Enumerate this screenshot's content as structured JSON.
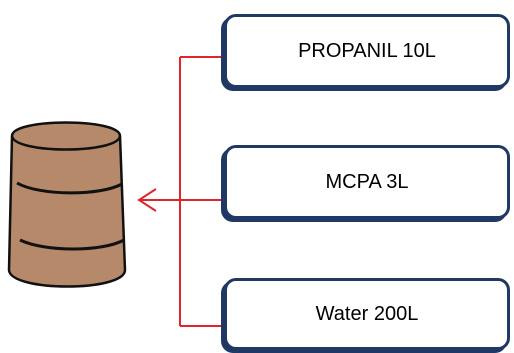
{
  "ingredients": [
    {
      "label": "PROPANIL 10L"
    },
    {
      "label": "MCPA 3L"
    },
    {
      "label": "Water 200L"
    }
  ],
  "colors": {
    "connector": "#e0262b",
    "box_border": "#1f3864",
    "barrel_fill": "#b5896a",
    "barrel_outline": "#111111"
  },
  "icons": {
    "container": "barrel-icon",
    "arrow": "arrow-left-icon"
  }
}
